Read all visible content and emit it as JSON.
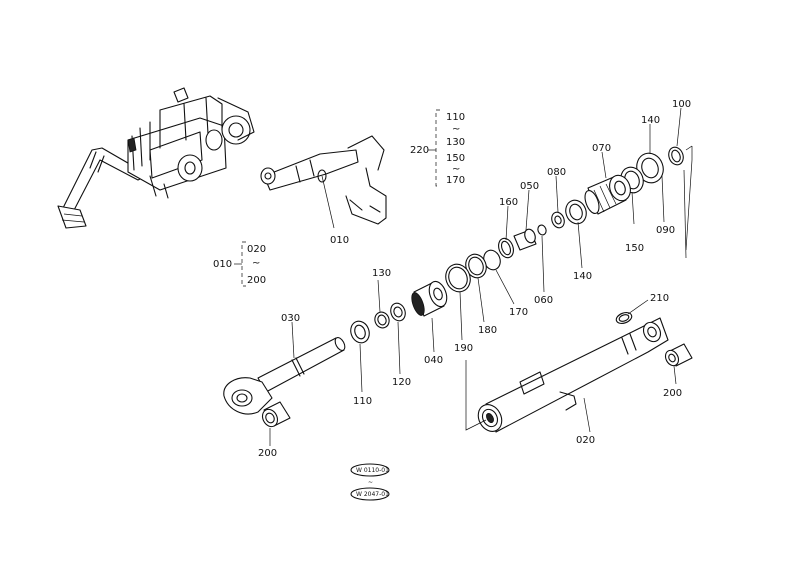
{
  "callouts": {
    "c100": "100",
    "c140_top": "140",
    "c070": "070",
    "c080": "080",
    "c050": "050",
    "c160": "160",
    "c150": "150",
    "c090": "090",
    "c140_bottom": "140",
    "c060": "060",
    "c170": "170",
    "c180": "180",
    "c190": "190",
    "c040": "040",
    "c130": "130",
    "c120": "120",
    "c110": "110",
    "c030": "030",
    "c200_left": "200",
    "c200_right": "200",
    "c210": "210",
    "c020": "020",
    "c010_top": "010"
  },
  "group_220": {
    "label": "220",
    "items": [
      "110",
      "130",
      "150",
      "170"
    ],
    "tilde": "~"
  },
  "group_010": {
    "label": "010",
    "from": "020",
    "to": "200",
    "tilde": "~"
  },
  "stamps": {
    "upper": "W 0110-01",
    "lower": "W 2047-01",
    "tilde": "~"
  }
}
